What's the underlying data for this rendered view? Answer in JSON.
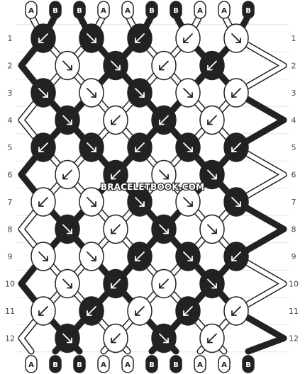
{
  "colors": {
    "A": "#ffffff",
    "B": "#222222",
    "outline": "#222222",
    "guide": "#aaaaaa",
    "background": "#ffffff"
  },
  "strands_top": [
    "A",
    "B",
    "B",
    "A",
    "A",
    "B",
    "B",
    "A",
    "A",
    "B"
  ],
  "strands_bottom": [
    "A",
    "B",
    "B",
    "A",
    "A",
    "B",
    "B",
    "A",
    "A",
    "B"
  ],
  "rows": [
    {
      "label": "1",
      "knots": [
        {
          "color": "B",
          "dir": "sw"
        },
        {
          "color": "B",
          "dir": "se"
        },
        {
          "color": "B",
          "dir": "sw"
        },
        {
          "color": "A",
          "dir": "sw"
        },
        {
          "color": "A",
          "dir": "se"
        }
      ]
    },
    {
      "label": "2",
      "knots": [
        {
          "color": "A",
          "dir": "se"
        },
        {
          "color": "B",
          "dir": "se"
        },
        {
          "color": "A",
          "dir": "sw"
        },
        {
          "color": "B",
          "dir": "sw"
        }
      ]
    },
    {
      "label": "3",
      "knots": [
        {
          "color": "B",
          "dir": "se"
        },
        {
          "color": "A",
          "dir": "se"
        },
        {
          "color": "B",
          "dir": "se"
        },
        {
          "color": "A",
          "dir": "se"
        },
        {
          "color": "A",
          "dir": "sw"
        }
      ]
    },
    {
      "label": "4",
      "knots": [
        {
          "color": "B",
          "dir": "se"
        },
        {
          "color": "A",
          "dir": "sw"
        },
        {
          "color": "B",
          "dir": "sw"
        },
        {
          "color": "A",
          "dir": "sw"
        }
      ]
    },
    {
      "label": "5",
      "knots": [
        {
          "color": "B",
          "dir": "sw"
        },
        {
          "color": "B",
          "dir": "se"
        },
        {
          "color": "B",
          "dir": "sw"
        },
        {
          "color": "B",
          "dir": "se"
        },
        {
          "color": "B",
          "dir": "sw"
        }
      ]
    },
    {
      "label": "6",
      "knots": [
        {
          "color": "A",
          "dir": "sw"
        },
        {
          "color": "B",
          "dir": "sw"
        },
        {
          "color": "A",
          "dir": "se"
        },
        {
          "color": "B",
          "dir": "se"
        }
      ]
    },
    {
      "label": "7",
      "knots": [
        {
          "color": "A",
          "dir": "sw"
        },
        {
          "color": "A",
          "dir": "se"
        },
        {
          "color": "B",
          "dir": "se"
        },
        {
          "color": "A",
          "dir": "se"
        },
        {
          "color": "B",
          "dir": "se"
        }
      ]
    },
    {
      "label": "8",
      "knots": [
        {
          "color": "B",
          "dir": "se"
        },
        {
          "color": "A",
          "dir": "sw"
        },
        {
          "color": "B",
          "dir": "se"
        },
        {
          "color": "A",
          "dir": "se"
        }
      ]
    },
    {
      "label": "9",
      "knots": [
        {
          "color": "A",
          "dir": "se"
        },
        {
          "color": "A",
          "dir": "se"
        },
        {
          "color": "B",
          "dir": "sw"
        },
        {
          "color": "B",
          "dir": "se"
        },
        {
          "color": "B",
          "dir": "sw"
        }
      ]
    },
    {
      "label": "10",
      "knots": [
        {
          "color": "A",
          "dir": "se"
        },
        {
          "color": "B",
          "dir": "sw"
        },
        {
          "color": "A",
          "dir": "sw"
        },
        {
          "color": "B",
          "dir": "se"
        }
      ]
    },
    {
      "label": "11",
      "knots": [
        {
          "color": "A",
          "dir": "sw"
        },
        {
          "color": "B",
          "dir": "sw"
        },
        {
          "color": "A",
          "dir": "sw"
        },
        {
          "color": "B",
          "dir": "sw"
        },
        {
          "color": "A",
          "dir": "sw"
        }
      ]
    },
    {
      "label": "12",
      "knots": [
        {
          "color": "B",
          "dir": "se"
        },
        {
          "color": "A",
          "dir": "sw"
        },
        {
          "color": "B",
          "dir": "se"
        },
        {
          "color": "A",
          "dir": "sw"
        }
      ]
    }
  ],
  "watermark": "BRACELETBOOK.COM"
}
